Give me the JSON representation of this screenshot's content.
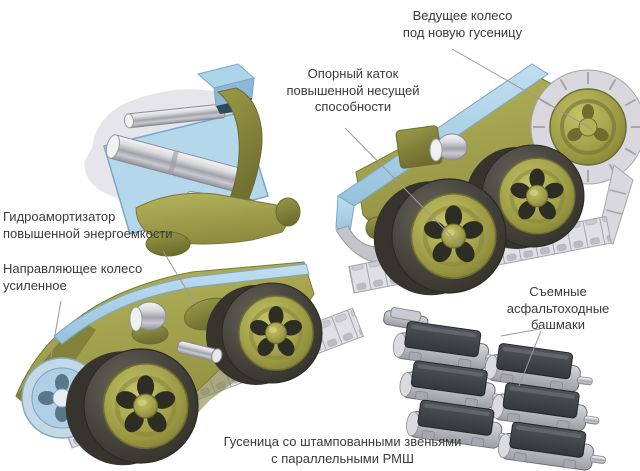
{
  "diagram": {
    "labels": {
      "drive_wheel": "Ведущее колесо\nпод новую гусеницу",
      "support_roller": "Опорный каток\nповышенной несущей\nспособности",
      "shock_absorber": "Гидроамортизатор\nповышенной энергоемкости",
      "idler_wheel": "Направляющее колесо\nусиленное",
      "road_pads": "Съемные\nасфальтоходные\nбашмаки",
      "track": "Гусеница со штампованными звеньями\nс параллельными РМШ"
    },
    "colors": {
      "background": "#ffffff",
      "label_text": "#3a3a3a",
      "leader_line": "#9a9a9a",
      "olive_body": "#9b9a47",
      "blue_fender": "#aed4ea",
      "track_gray": "#dcdce2",
      "tire_dark": "#44413b",
      "pad_dark": "#3b3e42",
      "silver_metal": "#c6c6cc"
    }
  }
}
